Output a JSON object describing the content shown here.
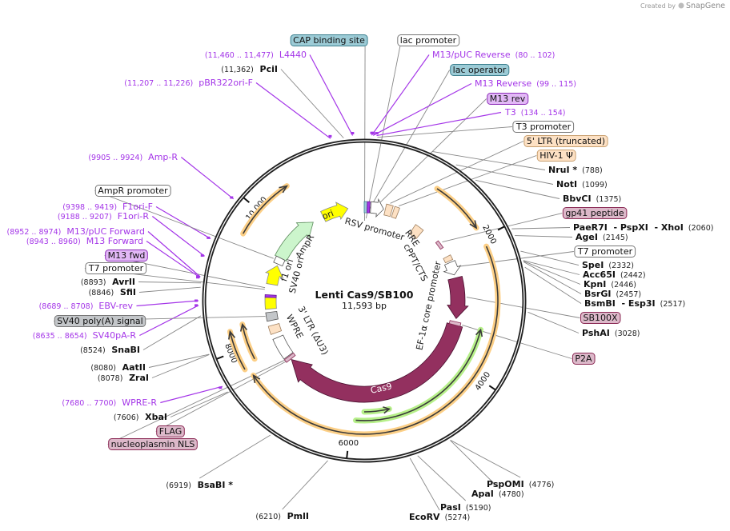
{
  "watermark": {
    "prefix": "Created by",
    "brand": "SnapGene"
  },
  "plasmid": {
    "name": "Lenti Cas9/SB100",
    "length": "11,593 bp"
  },
  "ticks": [
    "2000",
    "4000",
    "6000",
    "8000",
    "10,000"
  ],
  "colors": {
    "cas9": "#93305f",
    "primer": "#a435e8",
    "orange": "#fccf86",
    "green": "#b7f08a",
    "yellow": "#ffff00",
    "ampr": "#ccf5cc",
    "beige": "#fde1c4",
    "teal": "#9ccbd6",
    "pink": "#dcb8c9",
    "gray": "#c3c6c9"
  },
  "inner_labels": {
    "rsv": "RSV promoter",
    "ori": "ori",
    "ampr": "AmpR",
    "f1": "f1 ori",
    "sv40ori": "SV40 ori",
    "ltr3": "3' LTR (ΔU3)",
    "wpre": "WPRE",
    "rre": "RRE",
    "cppt": "cPPT/CTS",
    "ef1a": "EF-1α core promoter",
    "cas9": "Cas9"
  },
  "boxes": [
    "CAP binding site",
    "lac promoter",
    "lac operator",
    "M13 rev",
    "T3 promoter",
    "5' LTR (truncated)",
    "HIV-1 Ψ",
    "gp41 peptide",
    "T7 promoter",
    "SB100X",
    "P2A",
    "FLAG",
    "nucleoplasmin NLS",
    "SV40 poly(A) signal",
    "T7 promoter",
    "M13 fwd",
    "AmpR promoter"
  ],
  "enzymes": [
    {
      "name": "PciI",
      "pos": "(11,362)"
    },
    {
      "name": "NruI *",
      "pos": "(788)"
    },
    {
      "name": "NotI",
      "pos": "(1099)"
    },
    {
      "name": "BbvCI",
      "pos": "(1375)"
    },
    {
      "name": "PaeR7I",
      "name2": "- PspXI",
      "name3": "- XhoI",
      "pos": "(2060)"
    },
    {
      "name": "AgeI",
      "pos": "(2145)"
    },
    {
      "name": "SpeI",
      "pos": "(2332)"
    },
    {
      "name": "Acc65I",
      "pos": "(2442)"
    },
    {
      "name": "KpnI",
      "pos": "(2446)"
    },
    {
      "name": "BsrGI",
      "pos": "(2457)"
    },
    {
      "name": "BsmBI",
      "name2": "- Esp3I",
      "pos": "(2517)"
    },
    {
      "name": "PshAI",
      "pos": "(3028)"
    },
    {
      "name": "PspOMI",
      "pos": "(4776)"
    },
    {
      "name": "ApaI",
      "pos": "(4780)"
    },
    {
      "name": "PasI",
      "pos": "(5190)"
    },
    {
      "name": "EcoRV",
      "pos": "(5274)"
    },
    {
      "name": "PmlI",
      "pos": "(6210)"
    },
    {
      "name": "BsaBI *",
      "pos": "(6919)"
    },
    {
      "name": "XbaI",
      "pos": "(7606)"
    },
    {
      "name": "ZraI",
      "pos": "(8078)"
    },
    {
      "name": "AatII",
      "pos": "(8080)"
    },
    {
      "name": "SnaBI",
      "pos": "(8524)"
    },
    {
      "name": "SfiI",
      "pos": "(8846)"
    },
    {
      "name": "AvrII",
      "pos": "(8893)"
    }
  ],
  "primers": [
    {
      "name": "L4440",
      "range": "(11,460 .. 11,477)"
    },
    {
      "name": "pBR322ori-F",
      "range": "(11,207 .. 11,226)"
    },
    {
      "name": "M13/pUC Reverse",
      "range": "(80 .. 102)"
    },
    {
      "name": "M13 Reverse",
      "range": "(99 .. 115)"
    },
    {
      "name": "T3",
      "range": "(134 .. 154)"
    },
    {
      "name": "WPRE-R",
      "range": "(7680 .. 7700)"
    },
    {
      "name": "SV40pA-R",
      "range": "(8635 .. 8654)"
    },
    {
      "name": "EBV-rev",
      "range": "(8689 .. 8708)"
    },
    {
      "name": "M13 Forward",
      "range": "(8943 .. 8960)"
    },
    {
      "name": "M13/pUC Forward",
      "range": "(8952 .. 8974)"
    },
    {
      "name": "F1ori-R",
      "range": "(9188 .. 9207)"
    },
    {
      "name": "F1ori-F",
      "range": "(9398 .. 9419)"
    },
    {
      "name": "Amp-R",
      "range": "(9905 .. 9924)"
    }
  ]
}
